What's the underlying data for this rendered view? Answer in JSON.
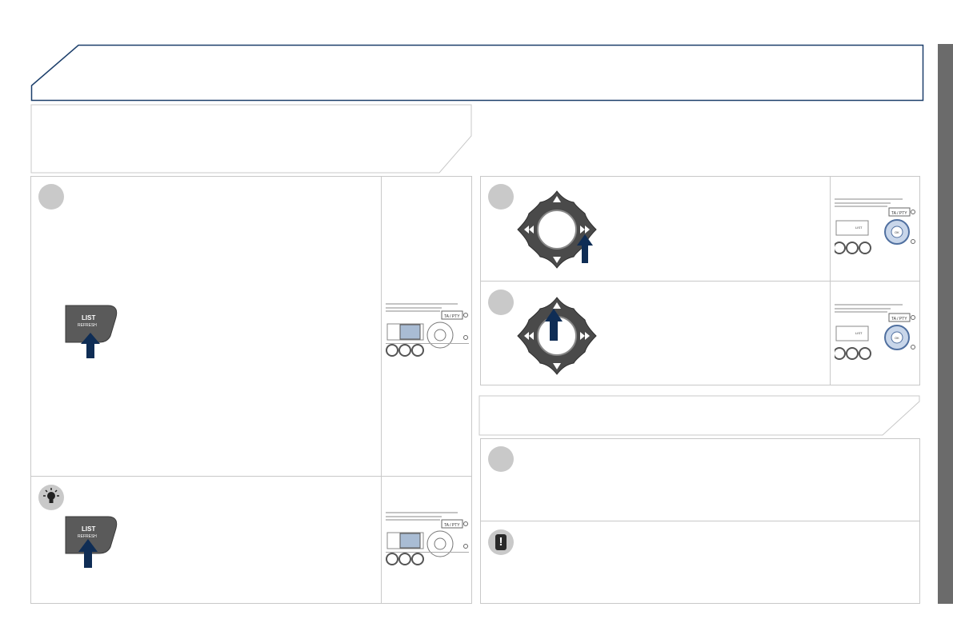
{
  "header": {
    "title": ""
  },
  "left": {
    "section_title": "",
    "step_number": "",
    "list_button": {
      "label": "LIST",
      "sublabel": "REFRESH"
    },
    "tip": {
      "icon": "lightbulb-icon",
      "list_button": {
        "label": "LIST",
        "sublabel": "REFRESH"
      }
    }
  },
  "right": {
    "steps": [
      {
        "number": "",
        "icon": "nav-pad-right-icon"
      },
      {
        "number": "",
        "icon": "nav-pad-up-icon"
      }
    ],
    "section2_title": "",
    "step3_number": "",
    "warning": {
      "icon": "exclamation-icon",
      "symbol": "!"
    }
  },
  "radio": {
    "button_ta": "TA / PTY",
    "button_list": "LIST",
    "button_ok": "OK"
  },
  "colors": {
    "navy": "#0f2d55",
    "header_border": "#1c3f6b",
    "sidebar": "#6b6b6b",
    "step_circle": "#c9c9c9"
  }
}
